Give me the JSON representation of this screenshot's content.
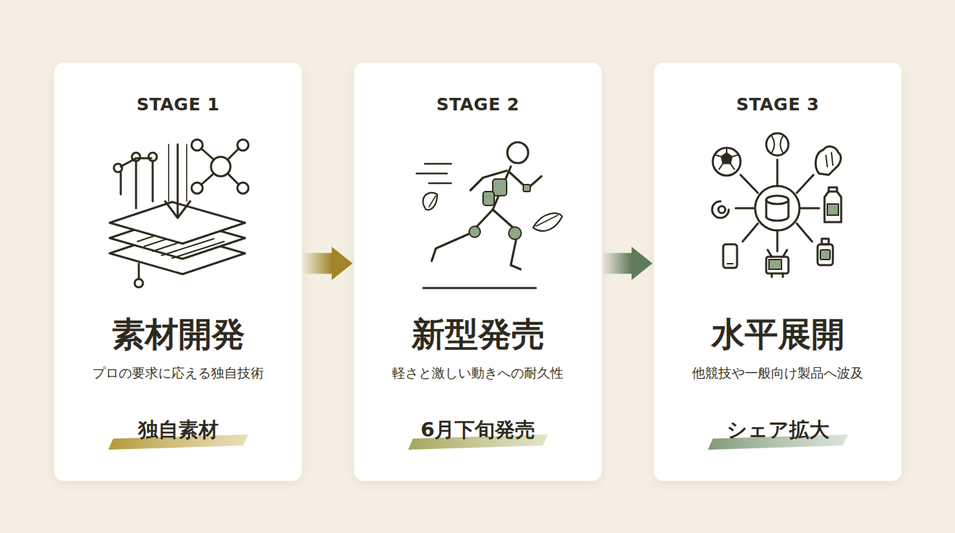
{
  "diagram": {
    "nodes": [
      {
        "text": [
          "STAGE 1",
          "素材開発",
          "プロの要求に応える独自技術",
          "独自素材"
        ]
      },
      {
        "text": [
          "STAGE 2",
          "新型発売",
          "軽さと激しい動きへの耐久性",
          "6月下旬発売"
        ]
      },
      {
        "text": [
          "STAGE 3",
          "水平展開",
          "他競技や一般向け製品へ波及",
          "シェア拡大"
        ]
      }
    ],
    "edges": [
      {
        "from": 0,
        "to": 1,
        "arrow": "to"
      },
      {
        "from": 1,
        "to": 2,
        "arrow": "to"
      }
    ]
  }
}
